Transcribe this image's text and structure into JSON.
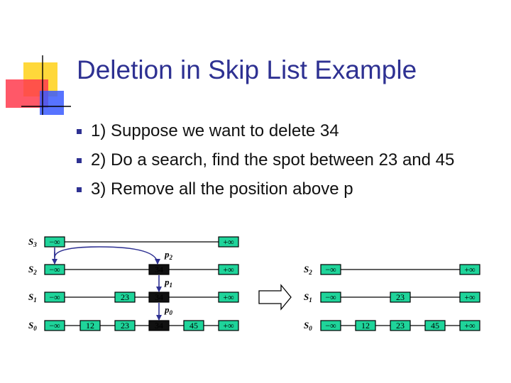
{
  "slide": {
    "title": "Deletion in Skip List Example",
    "bullets": [
      "1) Suppose we want to delete 34",
      "2) Do a search, find the spot between 23 and 45",
      "3) Remove all the position above p"
    ]
  },
  "before": {
    "levels": [
      {
        "name": "S",
        "index": "3",
        "nodes": [
          {
            "label": "−∞"
          },
          {
            "label": "+∞"
          }
        ]
      },
      {
        "name": "S",
        "index": "2",
        "nodes": [
          {
            "label": "−∞"
          },
          {
            "label": "34",
            "highlight": true
          },
          {
            "label": "+∞"
          }
        ]
      },
      {
        "name": "S",
        "index": "1",
        "nodes": [
          {
            "label": "−∞"
          },
          {
            "label": "23"
          },
          {
            "label": "34",
            "highlight": true
          },
          {
            "label": "+∞"
          }
        ]
      },
      {
        "name": "S",
        "index": "0",
        "nodes": [
          {
            "label": "−∞"
          },
          {
            "label": "12"
          },
          {
            "label": "23"
          },
          {
            "label": "34",
            "highlight": true
          },
          {
            "label": "45"
          },
          {
            "label": "+∞"
          }
        ]
      }
    ],
    "pointers": [
      {
        "name": "p",
        "index": "2"
      },
      {
        "name": "p",
        "index": "1"
      },
      {
        "name": "p",
        "index": "0"
      }
    ]
  },
  "after": {
    "levels": [
      {
        "name": "S",
        "index": "2",
        "nodes": [
          {
            "label": "−∞"
          },
          {
            "label": "+∞"
          }
        ]
      },
      {
        "name": "S",
        "index": "1",
        "nodes": [
          {
            "label": "−∞"
          },
          {
            "label": "23"
          },
          {
            "label": "+∞"
          }
        ]
      },
      {
        "name": "S",
        "index": "0",
        "nodes": [
          {
            "label": "−∞"
          },
          {
            "label": "12"
          },
          {
            "label": "23"
          },
          {
            "label": "45"
          },
          {
            "label": "+∞"
          }
        ]
      }
    ]
  },
  "colors": {
    "title": "#2e3192",
    "node_fill": "#1fd49a",
    "highlight_node": "#111111",
    "arrow": "#2e3192"
  }
}
